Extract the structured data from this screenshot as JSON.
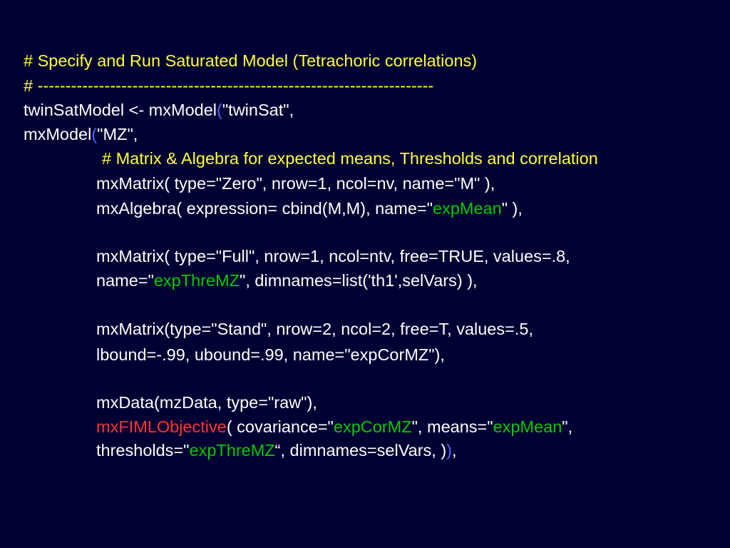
{
  "colors": {
    "background": "#000033",
    "text": "#ffffff",
    "comment": "#ffff33",
    "string_highlight": "#00cc00",
    "function_highlight": "#ff3333",
    "paren_highlight": "#4d66ff"
  },
  "code": {
    "comment_title": "# Specify and Run Saturated Model (Tetrachoric correlations)",
    "comment_rule": "# -----------------------------------------------------------------------",
    "l3": {
      "a": "twinSatModel <- mxModel",
      "paren": "(",
      "b": "\"twinSat\","
    },
    "l4": {
      "a": "mxModel",
      "paren": "(",
      "b": "\"MZ\","
    },
    "comment_matrix": "# Matrix & Algebra for expected means, Thresholds and correlation",
    "l6": "mxMatrix( type=\"Zero\", nrow=1, ncol=nv, name=\"M\" ),",
    "l7": {
      "a": "mxAlgebra( expression= cbind(M,M), name=\"",
      "green": "expMean",
      "b": "\" ),"
    },
    "l8": "mxMatrix( type=\"Full\", nrow=1, ncol=ntv, free=TRUE, values=.8,",
    "l9": {
      "a": "name=\"",
      "green": "expThreMZ",
      "b": "\", dimnames=list('th1',selVars) ),"
    },
    "l10": "mxMatrix(type=\"Stand\", nrow=2, ncol=2, free=T, values=.5,",
    "l11": "lbound=-.99, ubound=.99, name=\"expCorMZ\"),",
    "l12": "mxData(mzData, type=\"raw\"),",
    "l13": {
      "red": "mxFIMLObjective",
      "a": "( covariance=\"",
      "green1": "expCorMZ",
      "b": "\", means=\"",
      "green2": "expMean",
      "c": "\","
    },
    "l14": {
      "a": "thresholds=\"",
      "green": "expThreMZ",
      "b": "“, dimnames=selVars, )",
      "paren": ")",
      "c": ","
    }
  }
}
